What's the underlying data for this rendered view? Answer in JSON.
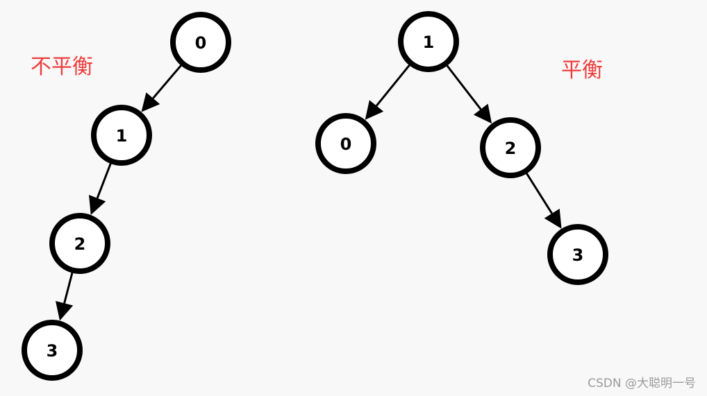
{
  "labels": {
    "unbalanced": "不平衡",
    "balanced": "平衡"
  },
  "watermark": "CSDN @大聪明一号",
  "colors": {
    "label": "#ee3c3c",
    "stroke": "#000000",
    "background": "#f8f8f8"
  },
  "trees": [
    {
      "id": "unbalanced",
      "nodes": [
        {
          "id": "u0",
          "label": "0"
        },
        {
          "id": "u1",
          "label": "1"
        },
        {
          "id": "u2",
          "label": "2"
        },
        {
          "id": "u3",
          "label": "3"
        }
      ],
      "edges": [
        {
          "from": "u0",
          "to": "u1"
        },
        {
          "from": "u1",
          "to": "u2"
        },
        {
          "from": "u2",
          "to": "u3"
        }
      ]
    },
    {
      "id": "balanced",
      "nodes": [
        {
          "id": "b1",
          "label": "1"
        },
        {
          "id": "b0",
          "label": "0"
        },
        {
          "id": "b2",
          "label": "2"
        },
        {
          "id": "b3",
          "label": "3"
        }
      ],
      "edges": [
        {
          "from": "b1",
          "to": "b0"
        },
        {
          "from": "b1",
          "to": "b2"
        },
        {
          "from": "b2",
          "to": "b3"
        }
      ]
    }
  ]
}
